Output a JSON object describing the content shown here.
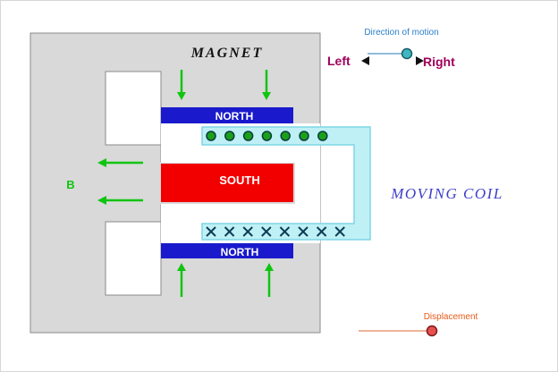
{
  "magnet": {
    "title": "MAGNET"
  },
  "poles": {
    "north_top": "NORTH",
    "south": "SOUTH",
    "north_bottom": "NORTH"
  },
  "field": {
    "label": "B"
  },
  "coil": {
    "title": "MOVING COIL",
    "top_marker_count": 7,
    "bottom_marker_count": 8
  },
  "motion": {
    "label": "Direction of motion",
    "left": "Left",
    "right": "Right"
  },
  "displacement": {
    "label": "Displacement"
  },
  "icons": {
    "top_markers": "dot-out-of-page",
    "bottom_markers": "cross-into-page",
    "flux": "green-arrow"
  },
  "colors": {
    "north": "#1a1acc",
    "south": "#f20000",
    "magnet": "#d9d9d9",
    "coil": "#bff0f5",
    "coil_border": "#7fd6e6",
    "field_arrow": "#11c411",
    "motion_text": "#a0005a",
    "motion_caption": "#2a7fc9",
    "displacement_caption": "#e85a1a"
  }
}
